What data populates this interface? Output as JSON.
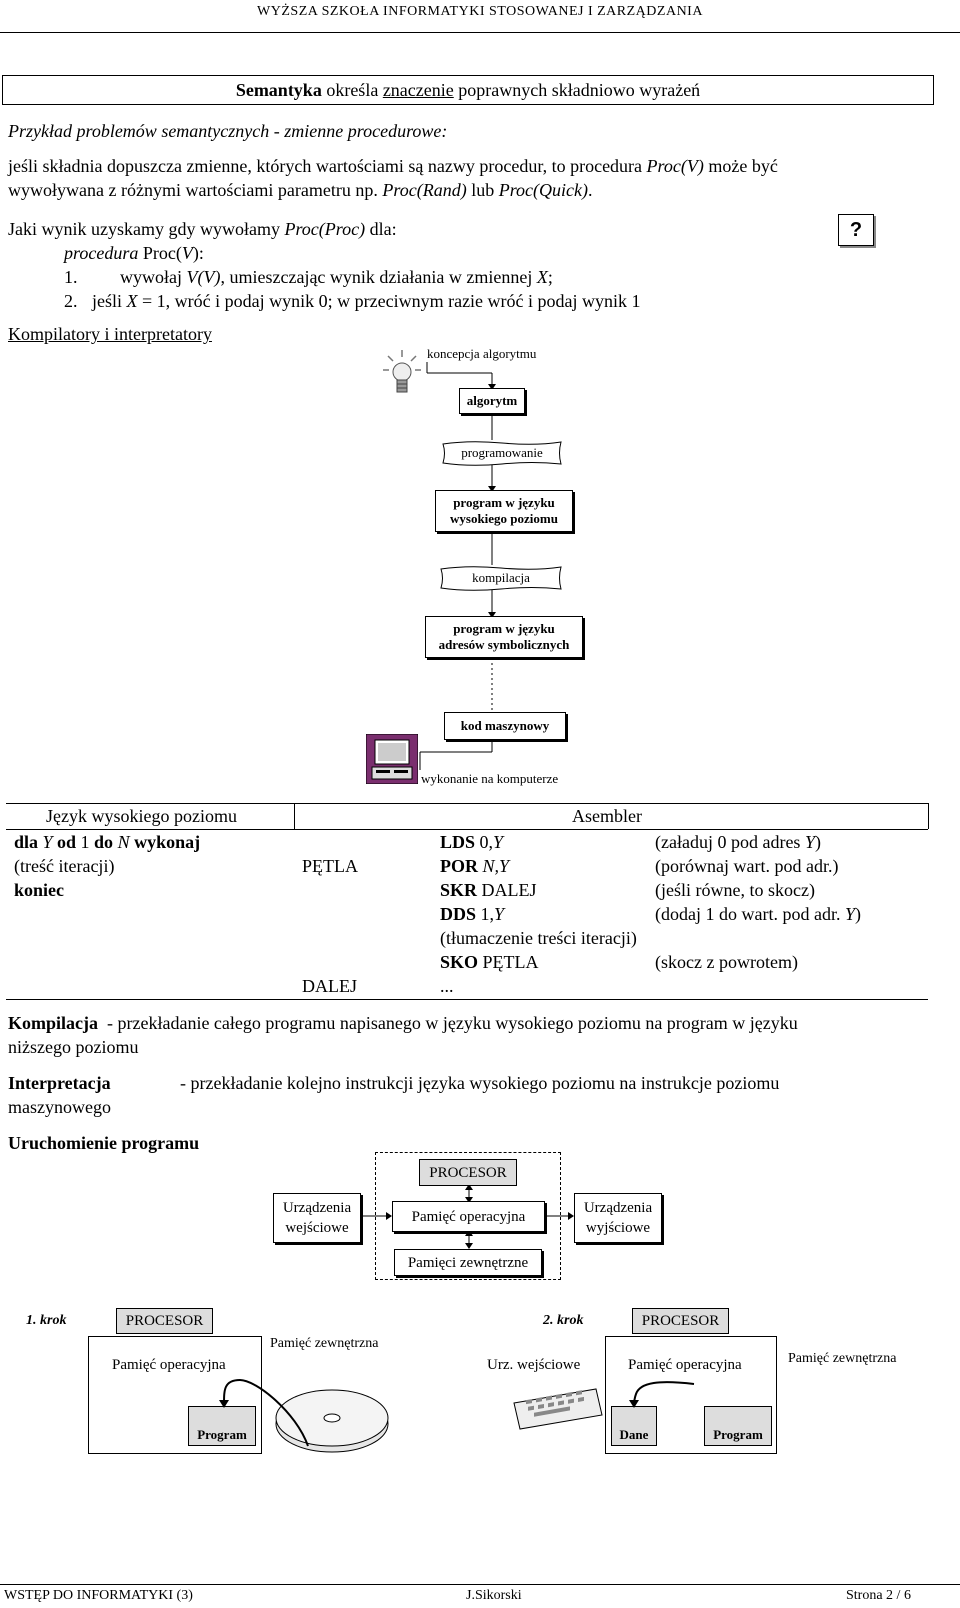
{
  "header": {
    "title": "WYŻSZA SZKOŁA INFORMATYKI STOSOWANEJ I ZARZĄDZANIA"
  },
  "semantics_box": {
    "bold": "Semantyka",
    "text1": " określa ",
    "underline": "znaczenie",
    "text2": " poprawnych składniowo wyrażeń"
  },
  "example_title": "Przykład problemów semantycznych - zmienne procedurowe:",
  "paragraph": {
    "line1_a": "jeśli składnia dopuszcza zmienne, których wartościami są nazwy procedur, to procedura ",
    "line1_b": "Proc(V)",
    "line1_c": " może być",
    "line2_a": "wywoływana z różnymi wartościami parametru np. ",
    "line2_b": "Proc(Rand)",
    "line2_c": " lub ",
    "line2_d": "Proc(Quick)",
    "line2_e": "."
  },
  "question": {
    "line_a": "Jaki wynik uzyskamy gdy wywołamy ",
    "line_b": "Proc(Proc)",
    "line_c": " dla:",
    "proc_a": "procedura",
    "proc_b": " Proc(",
    "proc_c": "V",
    "proc_d": "):",
    "step1_num": "1.",
    "step1_a": "wywołaj ",
    "step1_b": "V(V)",
    "step1_c": ", umieszczając wynik działania w zmiennej ",
    "step1_d": "X",
    "step1_e": ";",
    "step2_num": "2.",
    "step2_a": "jeśli ",
    "step2_b": "X",
    "step2_c": " = 1, wróć i podaj wynik 0; w przeciwnym razie wróć i podaj wynik 1",
    "mark": "?"
  },
  "compilers_heading": "Kompilatory i interpretatory",
  "flow": {
    "concept": "koncepcja algorytmu",
    "algorithm": "algorytm",
    "programming": "programowanie",
    "high_level_1": "program w języku",
    "high_level_2": "wysokiego poziomu",
    "compilation": "kompilacja",
    "symbolic_1": "program w języku",
    "symbolic_2": "adresów symbolicznych",
    "machine_code": "kod maszynowy",
    "execution": "wykonanie na komputerze"
  },
  "asm_table": {
    "col1_header": "Język wysokiego poziomu",
    "col2_header": "Asembler",
    "hl_line1_a": "dla",
    "hl_line1_b": " Y ",
    "hl_line1_c": "od",
    "hl_line1_d": " 1 ",
    "hl_line1_e": "do",
    "hl_line1_f": " N ",
    "hl_line1_g": "wykonaj",
    "hl_line2": "(treść iteracji)",
    "hl_line3": "koniec",
    "labels": [
      "PĘTLA",
      "DALEJ"
    ],
    "rows": [
      {
        "op": "LDS",
        "arg_a": " 0,",
        "arg_b": "Y",
        "comment_a": "(załaduj 0 pod adres ",
        "comment_b": "Y",
        "comment_c": ")"
      },
      {
        "op": "POR",
        "arg_a": " ",
        "arg_b": "N,Y",
        "comment_a": "(porównaj wart. pod adr.)",
        "comment_b": "",
        "comment_c": ""
      },
      {
        "op": "SKR",
        "arg_a": " DALEJ",
        "arg_b": "",
        "comment_a": "(jeśli równe, to skocz)",
        "comment_b": "",
        "comment_c": ""
      },
      {
        "op": "DDS",
        "arg_a": " 1,",
        "arg_b": "Y",
        "comment_a": "(dodaj 1 do wart. pod adr. ",
        "comment_b": "Y",
        "comment_c": ")"
      }
    ],
    "translation": "(tłumaczenie treści iteracji)",
    "sko_op": "SKO",
    "sko_arg": " PĘTLA",
    "sko_comment": "(skocz z powrotem)",
    "dots": "..."
  },
  "definitions": {
    "compile_term": "Kompilacja",
    "compile_text1": "  - przekładanie całego programu napisanego w języku wysokiego poziomu na program w języku",
    "compile_text2": "niższego poziomu",
    "interp_term": "Interpretacja",
    "interp_text": "- przekładanie kolejno instrukcji języka wysokiego poziomu na instrukcje poziomu",
    "interp_text2": "maszynowego",
    "run_heading": "Uruchomienie programu"
  },
  "system_diagram": {
    "processor": "PROCESOR",
    "input_1": "Urządzenia",
    "input_2": "wejściowe",
    "memory": "Pamięć operacyjna",
    "output_1": "Urządzenia",
    "output_2": "wyjściowe",
    "external": "Pamięci zewnętrzne"
  },
  "step1": {
    "label": "1. krok",
    "processor": "PROCESOR",
    "memory": "Pamięć operacyjna",
    "external": "Pamięć zewnętrzna",
    "program": "Program"
  },
  "step2": {
    "label": "2. krok",
    "processor": "PROCESOR",
    "input": "Urz. wejściowe",
    "memory": "Pamięć operacyjna",
    "external": "Pamięć zewnętrzna",
    "data": "Dane",
    "program": "Program"
  },
  "footer": {
    "left": "WSTĘP DO INFORMATYKI (3)",
    "center": "J.Sikorski",
    "right": "Strona 2 / 6"
  }
}
